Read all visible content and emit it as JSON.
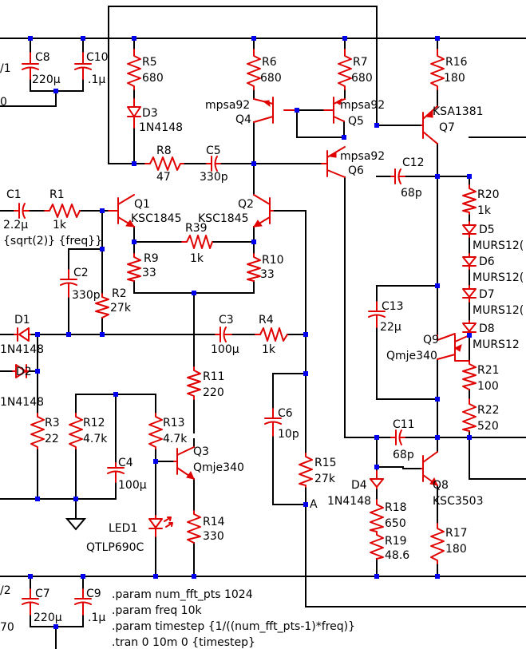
{
  "labels": {
    "c8": "C8",
    "c8v": "220µ",
    "c10": "C10",
    "c10v": ".1µ",
    "r5": "R5",
    "r5v": "680",
    "d3": "D3",
    "d3v": "1N4148",
    "r6": "R6",
    "r6v": "680",
    "r7": "R7",
    "r7v": "680",
    "r16": "R16",
    "r16v": "180",
    "q4m": "mpsa92",
    "q4": "Q4",
    "q5m": "mpsa92",
    "q5": "Q5",
    "q6m": "mpsa92",
    "q6": "Q6",
    "q7m": "KSA1381",
    "q7": "Q7",
    "r8": "R8",
    "r8v": "47",
    "c5": "C5",
    "c5v": "330p",
    "c12": "C12",
    "c12v": "68p",
    "c1": "C1",
    "c1v": "2.2µ",
    "r1": "R1",
    "r1v": "1k",
    "src": "{sqrt(2)} {freq}}",
    "q1": "Q1",
    "q1m": "KSC1845",
    "q2": "Q2",
    "q2m": "KSC1845",
    "r39": "R39",
    "r39v": "1k",
    "r20": "R20",
    "r20v": "1k",
    "d5": "D5",
    "d5v": "MURS12(",
    "d6": "D6",
    "d6v": "MURS12(",
    "d7": "D7",
    "d7v": "MURS12(",
    "d8": "D8",
    "d8v": "MURS12",
    "r9": "R9",
    "r9v": "33",
    "r10": "R10",
    "r10v": "33",
    "c2": "C2",
    "c2v": "330p",
    "r2": "R2",
    "r2v": "27k",
    "c13": "C13",
    "c13v": "22µ",
    "d1": "D1",
    "d1v": "1N4148",
    "c3": "C3",
    "c3v": "100µ",
    "r4": "R4",
    "r4v": "1k",
    "q9": "Q9",
    "q9m": "Qmje340",
    "d2": "D2",
    "d2v": "1N4148",
    "r11": "R11",
    "r11v": "220",
    "r21": "R21",
    "r21v": "100",
    "r22": "R22",
    "r22v": "520",
    "r3": "R3",
    "r3v": "22",
    "r12": "R12",
    "r12v": "4.7k",
    "r13": "R13",
    "r13v": "4.7k",
    "c6": "C6",
    "c6v": "10p",
    "c11": "C11",
    "c11v": "68p",
    "q3": "Q3",
    "q3m": "Qmje340",
    "c4": "C4",
    "c4v": "100µ",
    "r15": "R15",
    "r15v": "27k",
    "d4": "D4",
    "d4v": "1N4148",
    "q8": "Q8",
    "q8m": "KSC3503",
    "r18": "R18",
    "r18v": "650",
    "led1": "LED1",
    "led1v": "QTLP690C",
    "r14": "R14",
    "r14v": "330",
    "r19": "R19",
    "r19v": "48.6",
    "r17": "R17",
    "r17v": "180",
    "c7": "C7",
    "c7v": "220µ",
    "c9": "C9",
    "c9v": ".1µ",
    "netA": "A",
    "frag1": "/1",
    "frag2": "0",
    "frag3": "/2",
    "frag4": "70"
  },
  "directives": [
    ".param num_fft_pts 1024",
    ".param freq 10k",
    ".param timestep {1/((num_fft_pts-1)*freq)}",
    ".tran 0 10m 0 {timestep}"
  ]
}
